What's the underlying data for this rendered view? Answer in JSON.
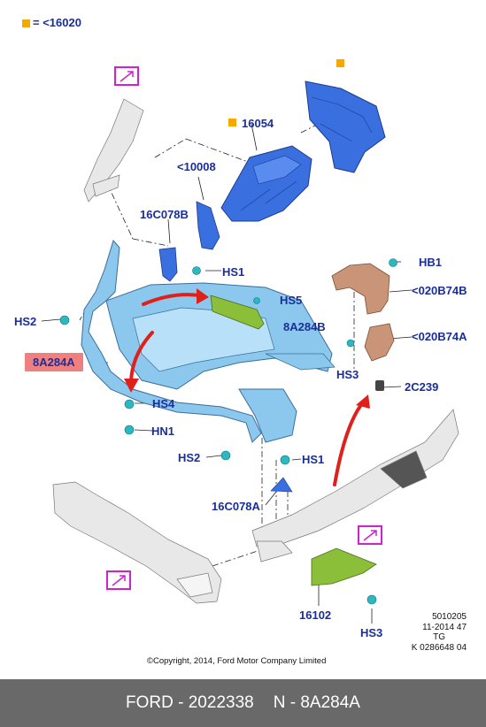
{
  "legend": {
    "marker_color": "#f5a800",
    "text": "= <16020"
  },
  "labels": {
    "l16054": "16054",
    "l10008": "<10008",
    "l16C078B": "16C078B",
    "lHS1a": "HS1",
    "lHS5": "HS5",
    "l8A284B": "8A284B",
    "lHS2a": "HS2",
    "l8A284A": "8A284A",
    "lHS4": "HS4",
    "lHN1": "HN1",
    "lHB1": "HB1",
    "l020B74B": "<020B74B",
    "l020B74A": "<020B74A",
    "lHS3a": "HS3",
    "l2C239": "2C239",
    "lHS2b": "HS2",
    "lHS1b": "HS1",
    "l16C078A": "16C078A",
    "l16102": "16102",
    "lHS3b": "HS3"
  },
  "info": {
    "line1": "5010205",
    "line2": "11-2014 47",
    "line3": "TG",
    "line4": "K 0286648 04"
  },
  "copyright": "©Copyright, 2014, Ford Motor Company Limited",
  "footer": {
    "left": "FORD - 2022338",
    "right": "N - 8A284A"
  },
  "colors": {
    "label_text": "#1a2e9a",
    "highlight": "#f08080",
    "blue_part": "#3a6fe0",
    "light_blue_part": "#8cc8ee",
    "green_part": "#8bbf3a",
    "brown_part": "#c99478",
    "arrow_red": "#e0201a",
    "fastener_teal": "#2bb8c0",
    "callout_magenta": "#d020d0",
    "footer_bg": "#696969"
  }
}
